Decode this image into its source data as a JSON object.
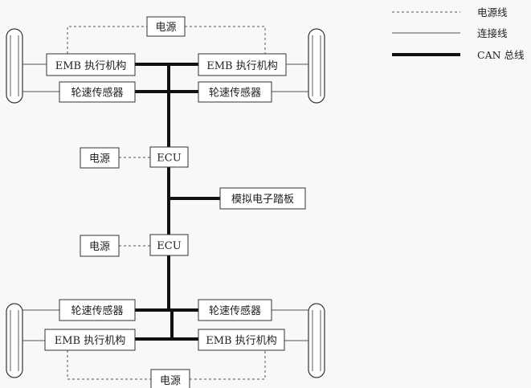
{
  "diagram": {
    "labels": {
      "power": "电源",
      "emb_actuator": "EMB 执行机构",
      "emb_actuator_right": "EMB 执行机构",
      "wheel_sensor": "轮速传感器",
      "ecu": "ECU",
      "pedal": "模拟电子踏板"
    },
    "legend": {
      "power_line": "电源线",
      "connection_line": "连接线",
      "can_bus": "CAN 总线"
    },
    "colors": {
      "background": "#f7f8f9",
      "box_stroke": "#333333",
      "can_bus": "#111111",
      "thin_line": "#555555",
      "dashed_line": "#555555"
    }
  }
}
